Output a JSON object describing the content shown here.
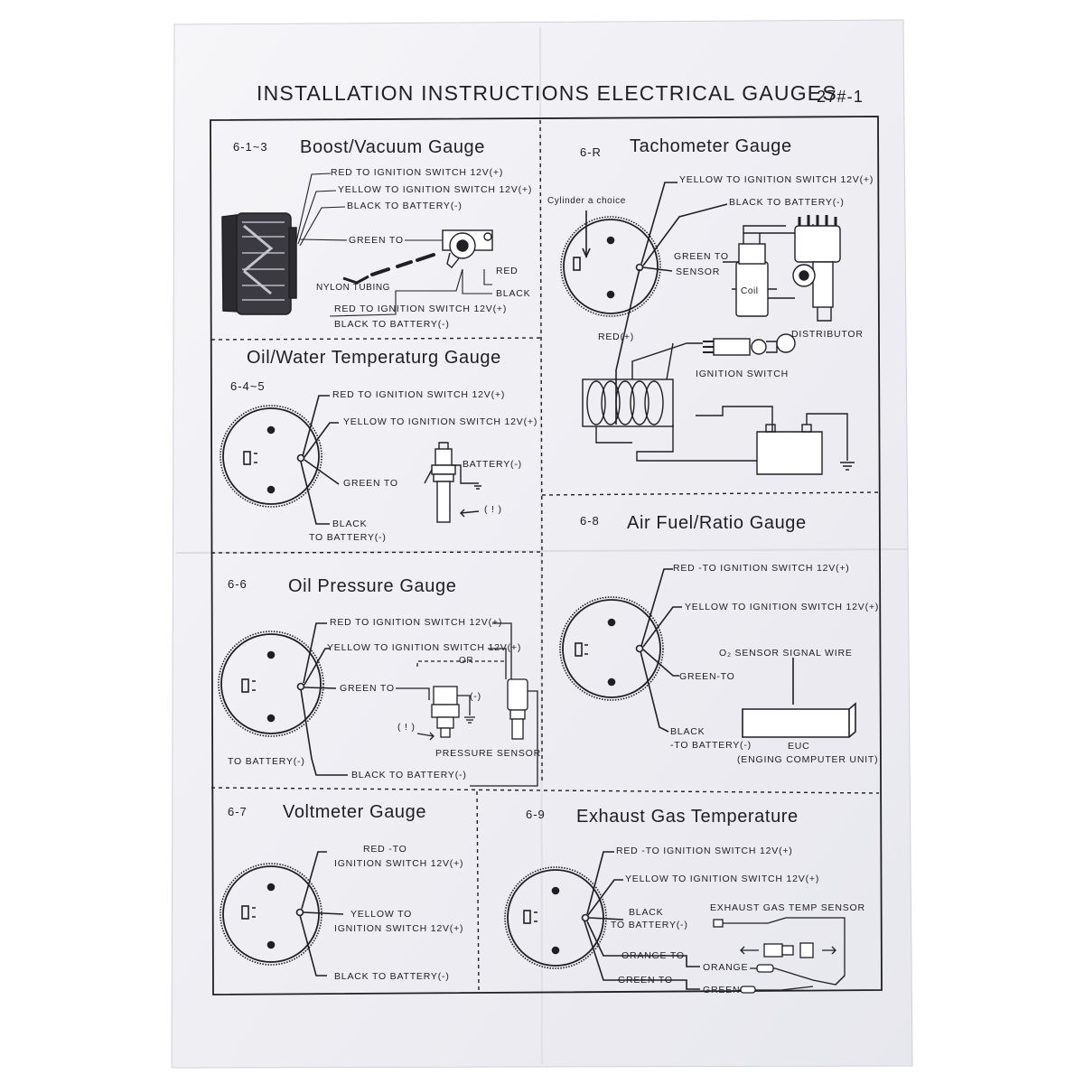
{
  "page": {
    "title": "INSTALLATION INSTRUCTIONS ELECTRICAL GAUGES",
    "code": "27#-1"
  },
  "sections": {
    "boost": {
      "num": "6-1~3",
      "title": "Boost/Vacuum Gauge",
      "labels": {
        "red": "RED  TO IGNITION SWITCH 12V(+)",
        "yellow": "YELLOW  TO IGNITION SWITCH 12V(+)",
        "black": "BLACK  TO BATTERY(-)",
        "green": "GREEN TO",
        "nylon": "NYLON TUBING",
        "red_s": "RED",
        "black_s": "BLACK",
        "red2": "RED  TO IGNITION SWITCH 12V(+)",
        "black2": "BLACK  TO BATTERY(-)"
      }
    },
    "tacho": {
      "num": "6-R",
      "title": "Tachometer Gauge",
      "labels": {
        "cyl": "Cylinder a choice",
        "yellow": "YELLOW  TO IGNITION SWITCH 12V(+)",
        "black": "BLACK  TO BATTERY(-)",
        "green": "GREEN TO",
        "sensor": "SENSOR",
        "coil": "Coil",
        "distributor": "DISTRIBUTOR",
        "red": "RED(+)",
        "ign": "IGNITION SWITCH"
      }
    },
    "oilwater": {
      "num": "6-4~5",
      "title": "Oil/Water Temperaturg Gauge",
      "labels": {
        "red": "RED TO IGNITION SWITCH 12V(+)",
        "yellow": "YELLOW   TO IGNITION SWITCH 12V(+)",
        "green": "GREEN TO",
        "battery": "BATTERY(-)",
        "warn": "( ! )",
        "black1": "BLACK",
        "black2": "TO BATTERY(-)"
      }
    },
    "afr": {
      "num": "6-8",
      "title": "Air Fuel/Ratio Gauge",
      "labels": {
        "red": "RED -TO IGNITION SWITCH 12V(+)",
        "yellow": "YELLOW   TO IGNITION SWITCH 12V(+)",
        "o2": "O₂  SENSOR SIGNAL WIRE",
        "green": "GREEN-TO",
        "black1": "BLACK",
        "black2": "-TO BATTERY(-)",
        "euc": "EUC",
        "euc2": "(ENGING COMPUTER UNIT)"
      }
    },
    "oilpress": {
      "num": "6-6",
      "title": "Oil Pressure Gauge",
      "labels": {
        "red": "RED TO IGNITION SWITCH 12V(+)",
        "yellow": "YELLOW TO IGNITION SWITCH 12V(+)",
        "or": "OR",
        "green": "GREEN TO",
        "minus": "(-)",
        "warn": "( ! )",
        "pressure": "PRESSURE SENSOR",
        "tobat": "TO BATTERY(-)",
        "black": "BLACK TO BATTERY(-)"
      }
    },
    "volt": {
      "num": "6-7",
      "title": "Voltmeter Gauge",
      "labels": {
        "red1": "RED -TO",
        "red2": "IGNITION SWITCH 12V(+)",
        "yellow1": "YELLOW   TO",
        "yellow2": "IGNITION SWITCH 12V(+)",
        "black": "BLACK  TO BATTERY(-)"
      }
    },
    "egt": {
      "num": "6-9",
      "title": "Exhaust Gas Temperature",
      "labels": {
        "red": "RED -TO IGNITION SWITCH 12V(+)",
        "yellow": "YELLOW   TO IGNITION SWITCH 12V(+)",
        "black1": "BLACK",
        "black2": "TO BATTERY(-)",
        "sensor": "EXHAUST GAS TEMP SENSOR",
        "orange": "ORANGE TO",
        "orange_s": "ORANGE",
        "green": "GREEN TO",
        "green_s": "GREEN"
      }
    }
  }
}
